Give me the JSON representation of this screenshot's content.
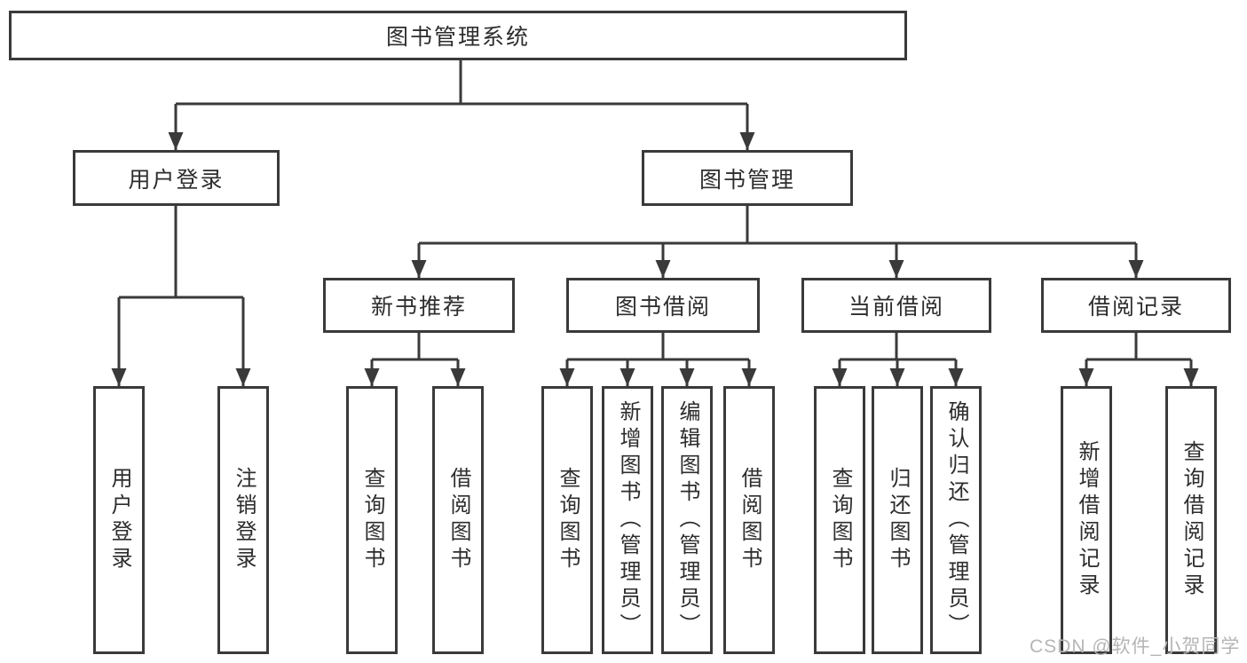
{
  "tree": {
    "root": "图书管理系统",
    "level2": [
      {
        "label": "用户登录",
        "leaves": [
          "用户登录",
          "注销登录"
        ]
      },
      {
        "label": "图书管理",
        "groups": [
          {
            "label": "新书推荐",
            "leaves": [
              "查询图书",
              "借阅图书"
            ]
          },
          {
            "label": "图书借阅",
            "leaves": [
              "查询图书",
              "新增图书（管理员）",
              "编辑图书（管理员）",
              "借阅图书"
            ]
          },
          {
            "label": "当前借阅",
            "leaves": [
              "查询图书",
              "归还图书",
              "确认归还（管理员）"
            ]
          },
          {
            "label": "借阅记录",
            "leaves": [
              "新增借阅记录",
              "查询借阅记录"
            ]
          }
        ]
      }
    ]
  },
  "watermark": "CSDN @软件_小贺同学",
  "colors": {
    "line": "#3a3a3a",
    "text": "#2d2d2d",
    "background": "#ffffff",
    "watermark": "#b5b5b5"
  }
}
